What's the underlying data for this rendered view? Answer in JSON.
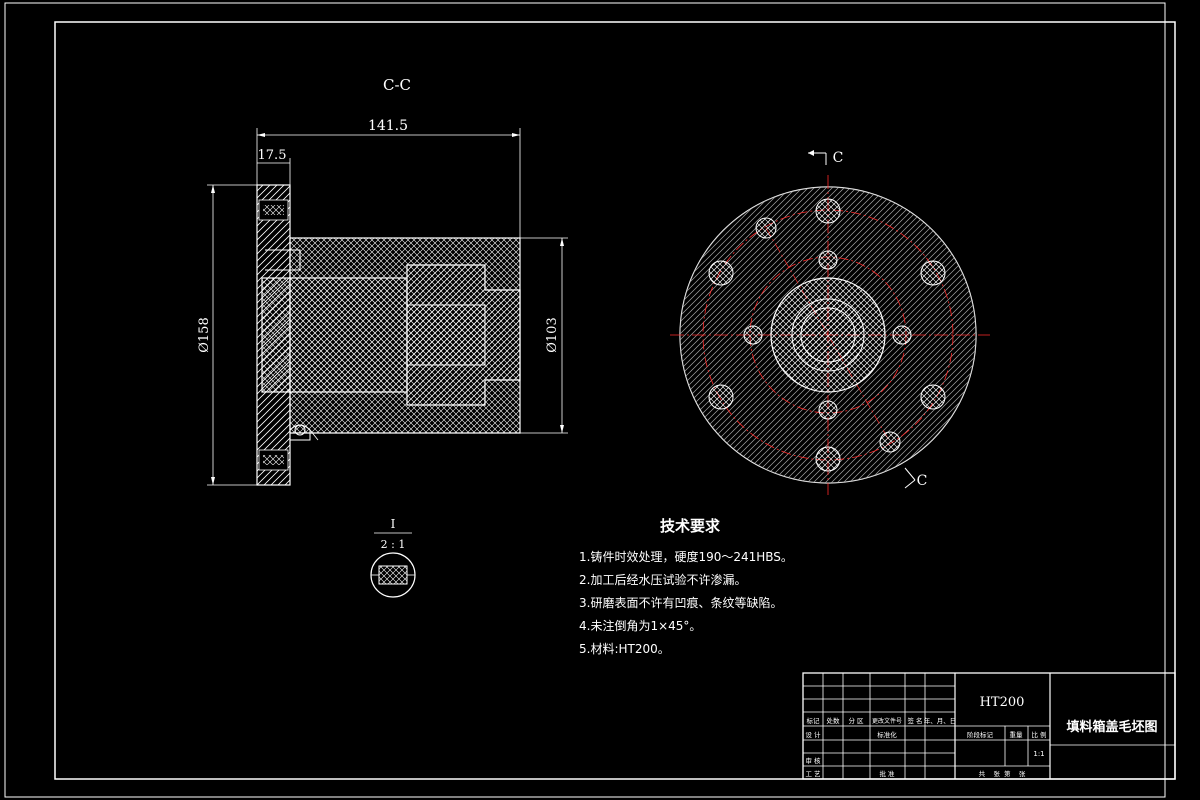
{
  "section": {
    "title": "C-C",
    "dim_length": "141.5",
    "dim_flange": "17.5",
    "dim_outer_dia": "Ø158",
    "dim_bore_dia": "Ø103"
  },
  "detail": {
    "label": "I",
    "scale": "2 : 1"
  },
  "front_view": {
    "cut_mark_top": "C",
    "cut_mark_bottom": "C"
  },
  "tech_req": {
    "heading": "技术要求",
    "items": [
      "1.铸件时效处理，硬度190～241HBS。",
      "2.加工后经水压试验不许渗漏。",
      "3.研磨表面不许有凹痕、条纹等缺陷。",
      "4.未注倒角为1×45°。",
      "5.材料:HT200。"
    ]
  },
  "title_block": {
    "material": "HT200",
    "drawing_name": "填料箱盖毛坯图",
    "scale_value": "1:1",
    "hdr_mark": "标记",
    "hdr_count": "处数",
    "hdr_zone": "分 区",
    "hdr_docno": "更改文件号",
    "hdr_sign": "签 名",
    "hdr_date": "年、月、日",
    "row_design": "设 计",
    "row_standard": "标准化",
    "row_review": "审 核",
    "row_process": "工 艺",
    "row_approve": "批 准",
    "stage_mark": "阶段标记",
    "weight": "重量",
    "ratio": "比 例",
    "sheets": "共    张  第    张"
  },
  "colors": {
    "line": "#ffffff",
    "center": "#ff2a2a"
  }
}
